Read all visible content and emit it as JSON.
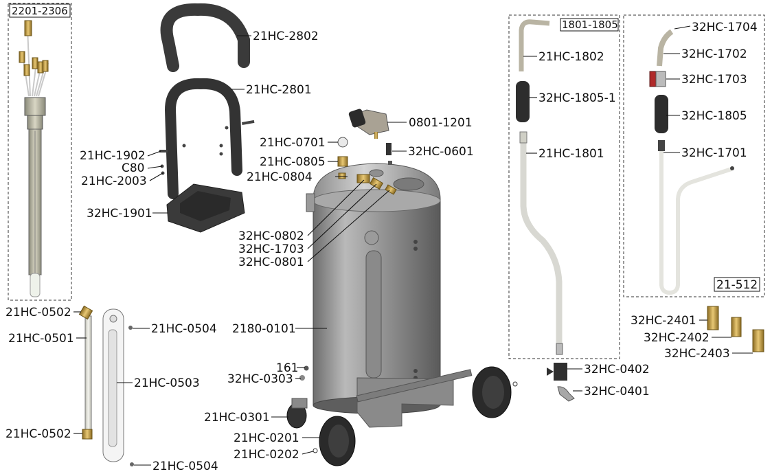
{
  "groups": {
    "probe_set": "2201-2306",
    "tube_set": "1801-1805",
    "kit": "21-512"
  },
  "parts": {
    "p_21HC2802": "21HC-2802",
    "p_21HC2801": "21HC-2801",
    "p_21HC1902": "21HC-1902",
    "p_C80": "C80",
    "p_21HC2003": "21HC-2003",
    "p_32HC1901": "32HC-1901",
    "p_08011201": "0801-1201",
    "p_21HC0701": "21HC-0701",
    "p_32HC0601": "32HC-0601",
    "p_21HC0805": "21HC-0805",
    "p_21HC0804": "21HC-0804",
    "p_32HC0802": "32HC-0802",
    "p_32HC1703a": "32HC-1703",
    "p_32HC0801": "32HC-0801",
    "p_21800101": "2180-0101",
    "p_161": "161",
    "p_32HC0303": "32HC-0303",
    "p_21HC0301": "21HC-0301",
    "p_21HC0201": "21HC-0201",
    "p_21HC0202": "21HC-0202",
    "p_21HC0502a": "21HC-0502",
    "p_21HC0501": "21HC-0501",
    "p_21HC0502b": "21HC-0502",
    "p_21HC0504a": "21HC-0504",
    "p_21HC0503": "21HC-0503",
    "p_21HC0504b": "21HC-0504",
    "p_21HC1802": "21HC-1802",
    "p_32HC18051": "32HC-1805-1",
    "p_21HC1801": "21HC-1801",
    "p_32HC1704": "32HC-1704",
    "p_32HC1702": "32HC-1702",
    "p_32HC1703b": "32HC-1703",
    "p_32HC1805": "32HC-1805",
    "p_32HC1701": "32HC-1701",
    "p_32HC0402": "32HC-0402",
    "p_32HC0401": "32HC-0401",
    "p_32HC2401": "32HC-2401",
    "p_32HC2402": "32HC-2402",
    "p_32HC2403": "32HC-2403"
  }
}
